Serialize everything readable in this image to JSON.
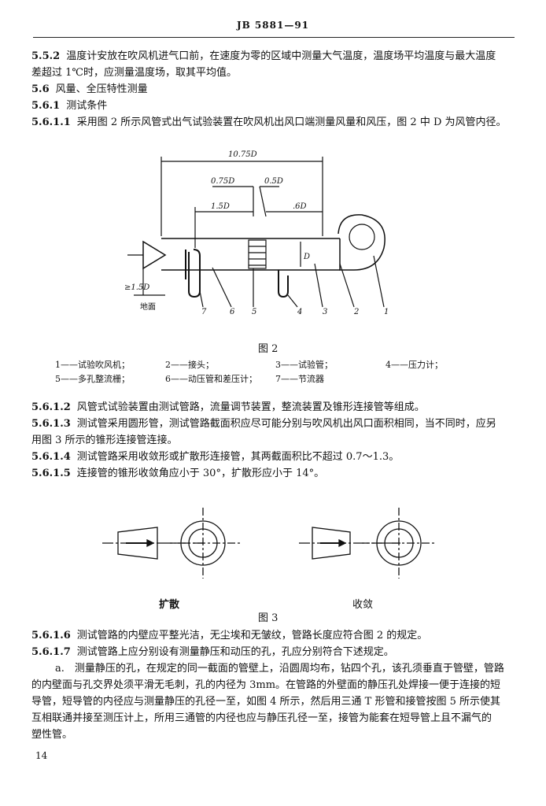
{
  "header": "JB 5881—91",
  "lines": [
    {
      "num": "5.5.2",
      "text": "温度计安放在吹风机进气口前，在速度为零的区域中测量大气温度，温度场平均温度与最大温度"
    },
    {
      "num": "",
      "text": "差超过 1℃时，应测量温度场，取其平均值。"
    },
    {
      "num": "5.6",
      "text": "风量、全压特性测量"
    },
    {
      "num": "5.6.1",
      "text": "测试条件"
    },
    {
      "num": "5.6.1.1",
      "text": "采用图 2 所示风管式出气试验装置在吹风机出风口端测量风量和风压，图 2 中 D 为风管内径。"
    }
  ],
  "figure2": {
    "caption": "图 2",
    "dims": {
      "total": "10.75D",
      "d1": "0.75D",
      "d2": "0.5D",
      "d3": "1.5D",
      "d4": ".6D",
      "diameter": "D",
      "height": "≥1.5D",
      "ground": "地面"
    },
    "callouts": [
      "7",
      "6",
      "5",
      "4",
      "3",
      "2",
      "1"
    ],
    "legend": [
      "1——试验吹风机；",
      "2——接头；",
      "3——试验管；",
      "4——压力计；",
      "5——多孔整流栅；",
      "6——动压管和差压计；",
      "7——节流器"
    ]
  },
  "lines2": [
    {
      "num": "5.6.1.2",
      "text": "风管式试验装置由测试管路，流量调节装置，整流装置及锥形连接管等组成。"
    },
    {
      "num": "5.6.1.3",
      "text": "测试管采用圆形管，测试管路截面积应尽可能分别与吹风机出风口面积相同，当不同时，应另"
    },
    {
      "num": "",
      "text": "用图 3 所示的锥形连接管连接。"
    },
    {
      "num": "5.6.1.4",
      "text": "测试管路采用收敛形或扩散形连接管，其两截面积比不超过 0.7～1.3。"
    },
    {
      "num": "5.6.1.5",
      "text": "连接管的锥形收敛角应小于 30°，扩散形应小于 14°。"
    }
  ],
  "figure3": {
    "left_label": "扩散",
    "right_label": "收敛",
    "caption": "图 3"
  },
  "lines3": [
    {
      "num": "5.6.1.6",
      "text": "测试管路的内壁应平整光洁，无尘埃和无皱纹，管路长度应符合图 2 的规定。"
    },
    {
      "num": "5.6.1.7",
      "text": "测试管路上应分别设有测量静压和动压的孔，孔应分别符合下述规定。"
    }
  ],
  "para_a": [
    "a.　测量静压的孔，在规定的同一截面的管壁上，沿圆周均布，钻四个孔，该孔须垂直于管壁，管路",
    "的内壁面与孔交界处须平滑无毛刺，孔的内径为 3mm。在管路的外壁面的静压孔处焊接一便于连接的短",
    "导管，短导管的内径应与测量静压的孔径一至，如图 4 所示，然后用三通 T 形管和接管按图 5 所示使其",
    "互相联通并接至测压计上，所用三通管的内径也应与静压孔径一至，接管为能套在短导管上且不漏气的",
    "塑性管。"
  ],
  "page_number": "14"
}
